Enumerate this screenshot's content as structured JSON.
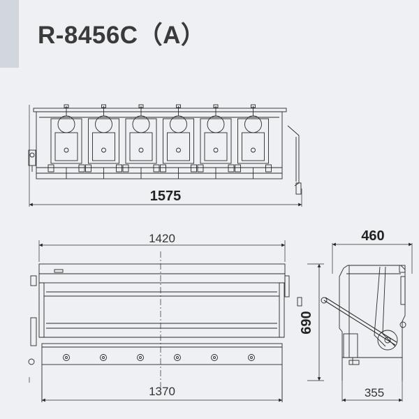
{
  "title": "R-8456C（A）",
  "dimensions": {
    "top_width": "1575",
    "front_top_width": "1420",
    "front_bottom_width": "1370",
    "height": "690",
    "side_depth": "460",
    "side_bottom_depth": "355"
  },
  "burner_count": 6,
  "colors": {
    "background": "#eef0f3",
    "tab": "#d2d6dd",
    "line": "#2a2a2a",
    "title": "#3a3a3a"
  }
}
